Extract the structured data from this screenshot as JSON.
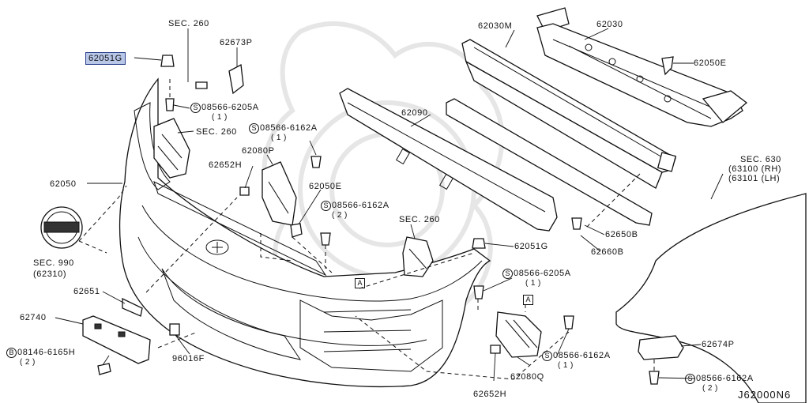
{
  "diagram_code": "J62000N6",
  "callouts": {
    "sec260_top": "SEC. 260",
    "p62673P": "62673P",
    "p62051G_hl": "62051G",
    "bolt_0205A_a": "08566-6205A",
    "bolt_0205A_a_qty": "( 1 )",
    "sec260_mid": "SEC. 260",
    "bolt_6162A_a": "08566-6162A",
    "bolt_6162A_a_qty": "( 1 )",
    "p62080P": "62080P",
    "p62652H_a": "62652H",
    "p62050": "62050",
    "p62050E_a": "62050E",
    "bolt_6162A_b": "08566-6162A",
    "bolt_6162A_b_qty": "( 2 )",
    "sec260_low": "SEC. 260",
    "sec990": "SEC. 990",
    "sec990_sub": "(62310)",
    "p62030M": "62030M",
    "p62030": "62030",
    "p62050E_b": "62050E",
    "p62090": "62090",
    "sec630": "SEC. 630",
    "sec630_rh": "(63100 (RH)",
    "sec630_lh": "(63101 (LH)",
    "p62650B": "62650B",
    "p62660B": "62660B",
    "p62051G_b": "62051G",
    "bolt_0205A_b": "08566-6205A",
    "bolt_0205A_b_qty": "( 1 )",
    "p62651": "62651",
    "p62740": "62740",
    "bolt_6165H": "08146-6165H",
    "bolt_6165H_qty": "( 2 )",
    "p96016F": "96016F",
    "bolt_6162A_c": "08566-6162A",
    "bolt_6162A_c_qty": "( 1 )",
    "p62080Q": "62080Q",
    "p62652H_b": "62652H",
    "p62674P": "62674P",
    "bolt_6162A_d": "08566-6162A",
    "bolt_6162A_d_qty": "( 2 )",
    "ref_A": "A",
    "prefix_S": "S",
    "prefix_B": "B"
  },
  "colors": {
    "highlight": "#b8c6e8",
    "line": "#111111",
    "watermark": "#e6e6e6"
  }
}
